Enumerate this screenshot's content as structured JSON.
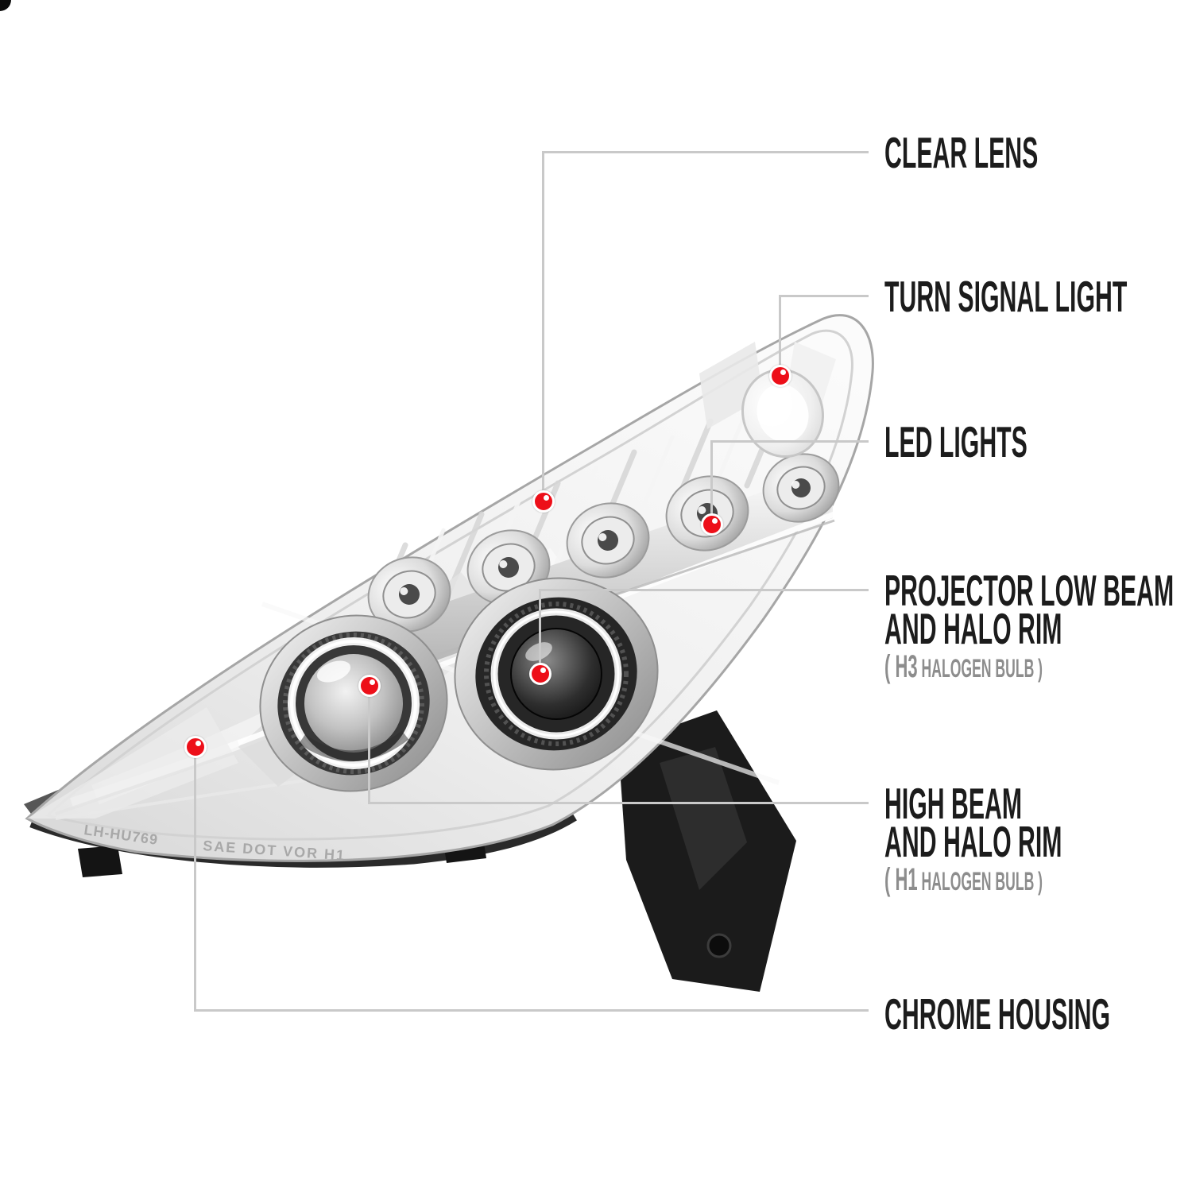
{
  "page": {
    "background": "#ffffff"
  },
  "colors": {
    "connector_line": "#c9c9c9",
    "marker_dot": "#ed0f19",
    "label_text": "#1c1c1c",
    "bulb_note_text": "#8d8d8d"
  },
  "callouts": [
    {
      "id": "clear-lens",
      "label": "CLEAR LENS"
    },
    {
      "id": "turn-signal-light",
      "label": "TURN SIGNAL LIGHT"
    },
    {
      "id": "led-lights",
      "label": "LED LIGHTS"
    },
    {
      "id": "projector-low-beam",
      "line1": "PROJECTOR LOW BEAM",
      "line2": "AND HALO RIM",
      "bulb_big": "( H3",
      "bulb_small": "HALOGEN BULB )"
    },
    {
      "id": "high-beam",
      "line1": "HIGH BEAM",
      "line2": "AND HALO RIM",
      "bulb_big": "( H1",
      "bulb_small": "HALOGEN BULB )"
    },
    {
      "id": "chrome-housing",
      "label": "CHROME HOUSING"
    }
  ],
  "headlight": {
    "etching_left": "LH-HU769",
    "etching_right": "SAE DOT VOR H1"
  }
}
